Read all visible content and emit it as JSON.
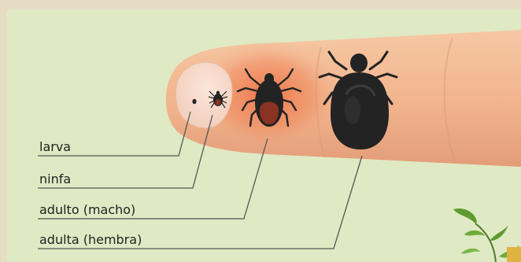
{
  "labels": {
    "larva": "larva",
    "nymph": "ninfa",
    "adult_male": "adulto (macho)",
    "adult_female": "adulta (hembra)"
  },
  "colors": {
    "panel": "#dfe9c4",
    "frame": "#e6dcc4",
    "skin": "#f1b48c",
    "skin_redness": "#ec6a3e",
    "tick_dark": "#232323",
    "male_scutum_rust": "#8b3322",
    "leader_line": "#555555",
    "leaf_green": "#5f9a32"
  },
  "icons": [
    "tick-larva-icon",
    "tick-nymph-icon",
    "tick-male-icon",
    "tick-female-icon",
    "leaf-icon"
  ]
}
